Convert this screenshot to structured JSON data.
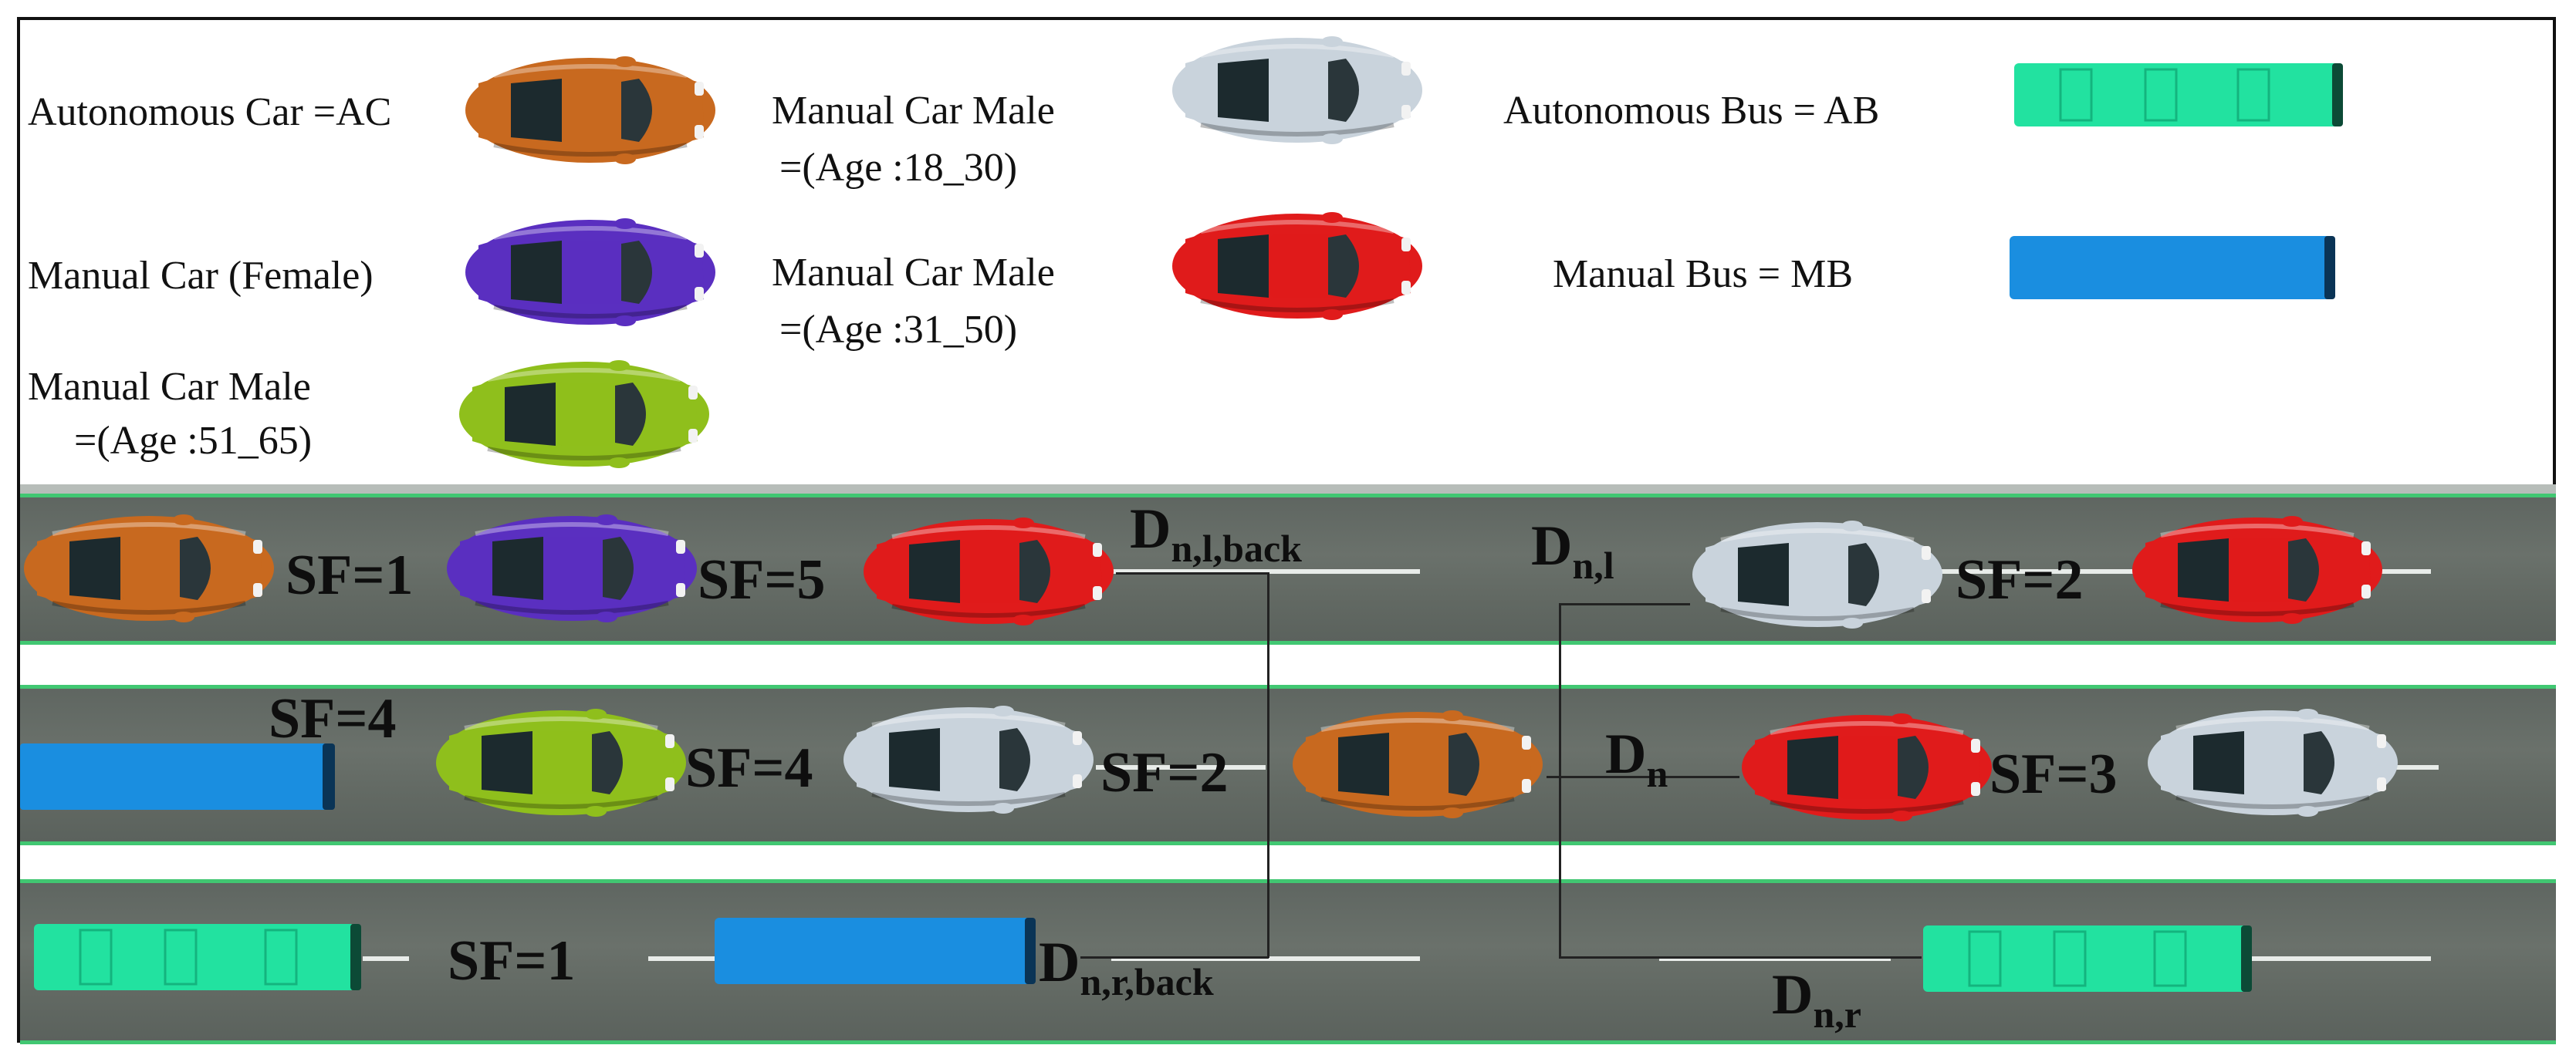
{
  "legend": {
    "autonomous_car": "Autonomous Car =AC",
    "manual_car_female": "Manual Car (Female)",
    "manual_car_male_51_65_line1": "Manual Car Male",
    "manual_car_male_51_65_line2": "=(Age :51_65)",
    "manual_car_male_18_30_line1": "Manual Car Male",
    "manual_car_male_18_30_line2": "=(Age :18_30)",
    "manual_car_male_31_50_line1": "Manual Car Male",
    "manual_car_male_31_50_line2": "=(Age :31_50)",
    "autonomous_bus": "Autonomous Bus = AB",
    "manual_bus": "Manual Bus = MB"
  },
  "colors": {
    "autonomous_car": "#c8691f",
    "manual_car_female": "#5a2fc0",
    "manual_car_male_51_65": "#8fbf1c",
    "manual_car_male_18_30": "#c9d3dc",
    "manual_car_male_31_50": "#e01b1b",
    "autonomous_bus": "#22e2a0",
    "manual_bus": "#1a8ee0",
    "lane_border": "#41c772",
    "road": "#646b66"
  },
  "lanes": {
    "top": {
      "sf1": "SF=1",
      "sf2": "SF=5",
      "sf3": "SF=2"
    },
    "middle": {
      "sf1": "SF=4",
      "sf2": "SF=4",
      "sf3": "SF=2",
      "sf4": "SF=3"
    },
    "bottom": {
      "sf1": "SF=1"
    }
  },
  "distances": {
    "d_main": "D",
    "sub_l_back": "n,l,back",
    "sub_l": "n,l",
    "sub_n": "n",
    "sub_r_back": "n,r,back",
    "sub_r": "n,r"
  }
}
